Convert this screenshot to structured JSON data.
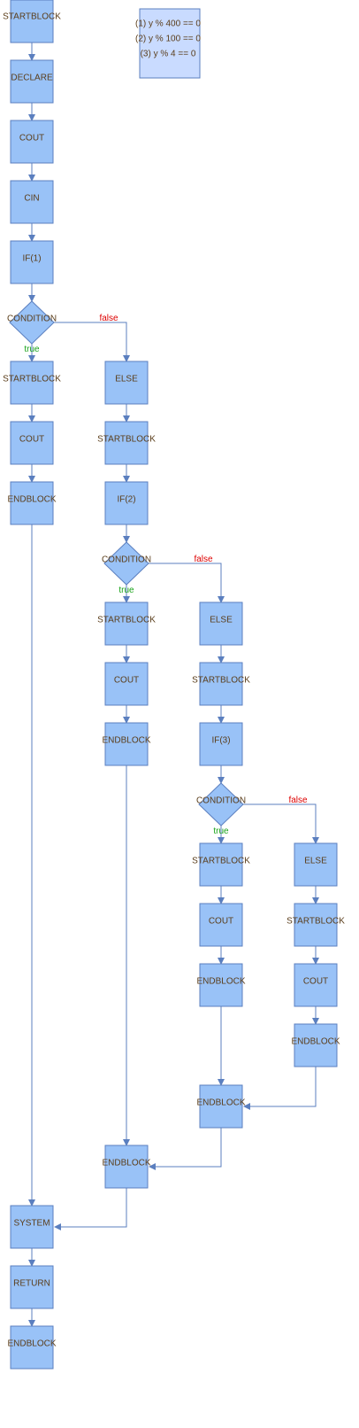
{
  "note": {
    "lines": [
      "(1) y % 400 == 0",
      "(2) y % 100 == 0",
      "(3) y % 4 == 0"
    ]
  },
  "branch_labels": {
    "true": "true",
    "false": "false"
  },
  "nodes": {
    "n1": "STARTBLOCK",
    "n2": "DECLARE",
    "n3": "COUT",
    "n4": "CIN",
    "n5": "IF(1)",
    "c1": "CONDITION",
    "a1": "STARTBLOCK",
    "a2": "COUT",
    "a3": "ENDBLOCK",
    "e1": "ELSE",
    "e2": "STARTBLOCK",
    "e3": "IF(2)",
    "c2": "CONDITION",
    "b1": "STARTBLOCK",
    "b2": "COUT",
    "b3": "ENDBLOCK",
    "f1": "ELSE",
    "f2": "STARTBLOCK",
    "f3": "IF(3)",
    "c3": "CONDITION",
    "d1": "STARTBLOCK",
    "d2": "COUT",
    "d3": "ENDBLOCK",
    "g1": "ELSE",
    "g2": "STARTBLOCK",
    "g3": "COUT",
    "g4": "ENDBLOCK",
    "h1": "ENDBLOCK",
    "h2": "ENDBLOCK",
    "s1": "SYSTEM",
    "s2": "RETURN",
    "s3": "ENDBLOCK"
  }
}
